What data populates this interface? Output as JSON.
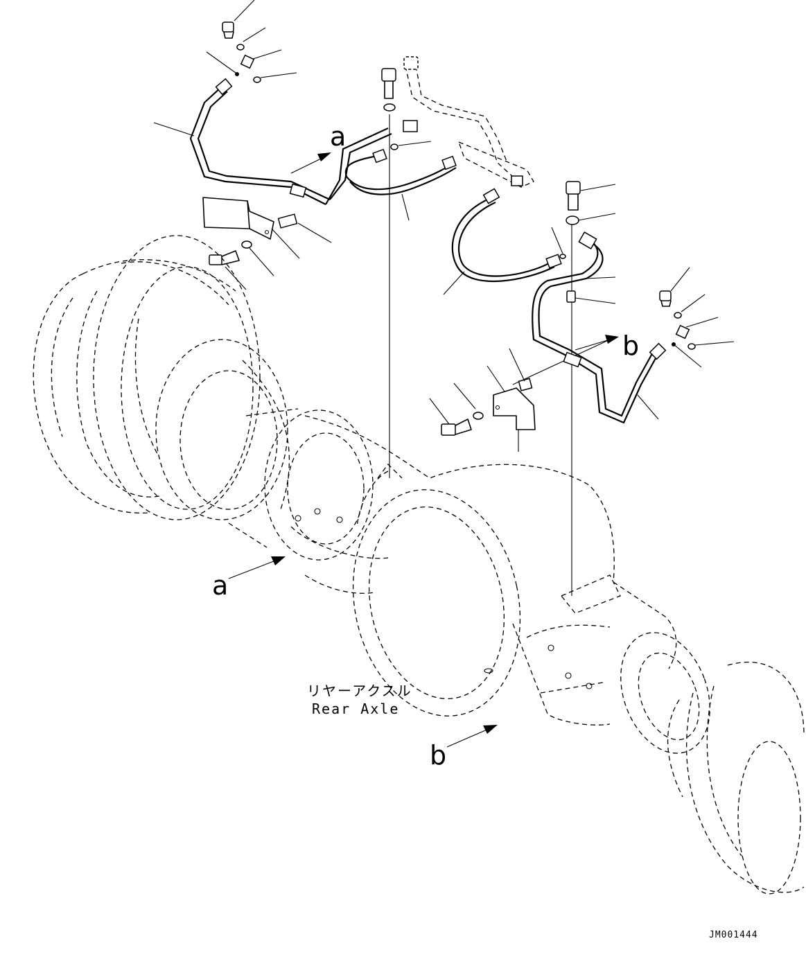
{
  "diagram": {
    "axle_label_jp": "リヤーアクスル",
    "axle_label_en": "Rear Axle",
    "drawing_code": "JM001444",
    "ref_a": "a",
    "ref_b": "b"
  }
}
